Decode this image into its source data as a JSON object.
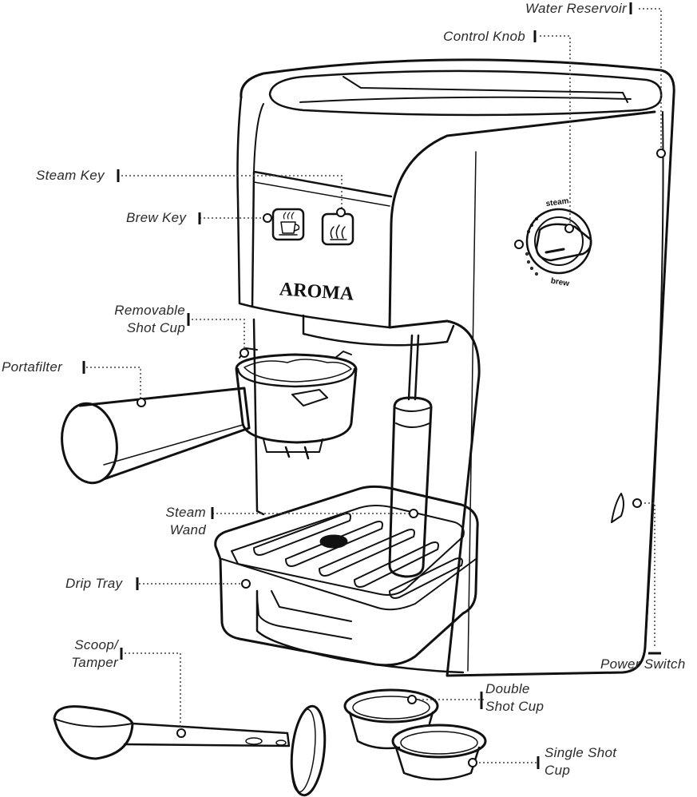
{
  "brand": "AROMA",
  "knob": {
    "upper": "steam",
    "lower": "brew"
  },
  "labels": {
    "water_reservoir": "Water Reservoir",
    "control_knob": "Control Knob",
    "steam_key": "Steam Key",
    "brew_key": "Brew Key",
    "removable_shot_cup": [
      "Removable",
      "Shot Cup"
    ],
    "portafilter": "Portafilter",
    "steam_wand": [
      "Steam",
      "Wand"
    ],
    "drip_tray": "Drip Tray",
    "scoop_tamper": [
      "Scoop/",
      "Tamper"
    ],
    "power_switch": "Power Switch",
    "double_shot_cup": [
      "Double",
      "Shot Cup"
    ],
    "single_shot_cup": [
      "Single Shot",
      "Cup"
    ]
  }
}
